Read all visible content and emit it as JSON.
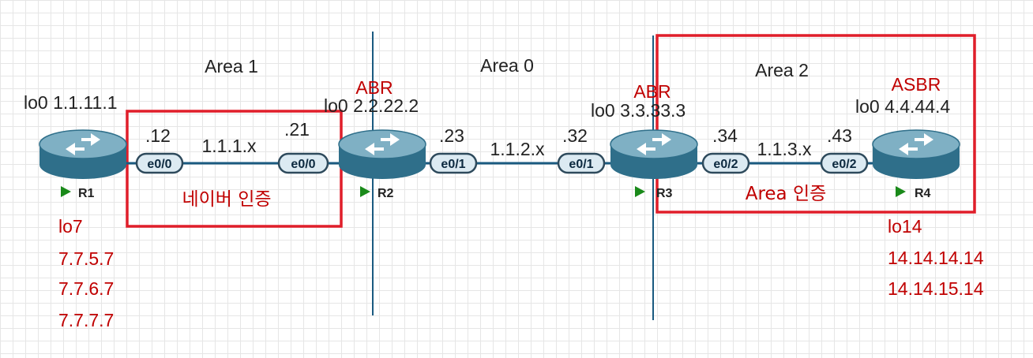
{
  "colors": {
    "link": "#1a5a80",
    "router_body": "#2f6f8a",
    "router_top": "#7fb0c4",
    "port_fill": "#dceaf2",
    "port_stroke": "#2e4a5c",
    "highlight_box": "#e01e2a",
    "annotation_red": "#c00000",
    "divider": "#1a5a80",
    "play_marker": "#1a8a1a"
  },
  "areas": {
    "area1": "Area 1",
    "area0": "Area 0",
    "area2": "Area 2"
  },
  "routers": {
    "r1": {
      "name": "R1",
      "loopback": "lo0 1.1.11.1",
      "icon": "router-icon"
    },
    "r2": {
      "name": "R2",
      "loopback": "lo0 2.2.22.2",
      "role": "ABR",
      "icon": "router-icon"
    },
    "r3": {
      "name": "R3",
      "loopback": "lo0 3.3.33.3",
      "role": "ABR",
      "icon": "router-icon"
    },
    "r4": {
      "name": "R4",
      "loopback": "lo0 4.4.44.4",
      "role": "ASBR",
      "icon": "router-icon"
    }
  },
  "links": {
    "l12": {
      "subnet": "1.1.1.x",
      "left_host": ".12",
      "right_host": ".21",
      "left_port": "e0/0",
      "right_port": "e0/0"
    },
    "l23": {
      "subnet": "1.1.2.x",
      "left_host": ".23",
      "right_host": ".32",
      "left_port": "e0/1",
      "right_port": "e0/1"
    },
    "l34": {
      "subnet": "1.1.3.x",
      "left_host": ".34",
      "right_host": ".43",
      "left_port": "e0/2",
      "right_port": "e0/2"
    }
  },
  "annotations": {
    "neighbor_auth": "네이버 인증",
    "area_auth": "Area 인증"
  },
  "loopbacks": {
    "r1_list": [
      "lo7",
      "7.7.5.7",
      "7.7.6.7",
      "7.7.7.7"
    ],
    "r4_list": [
      "lo14",
      "14.14.14.14",
      "14.14.15.14"
    ]
  }
}
